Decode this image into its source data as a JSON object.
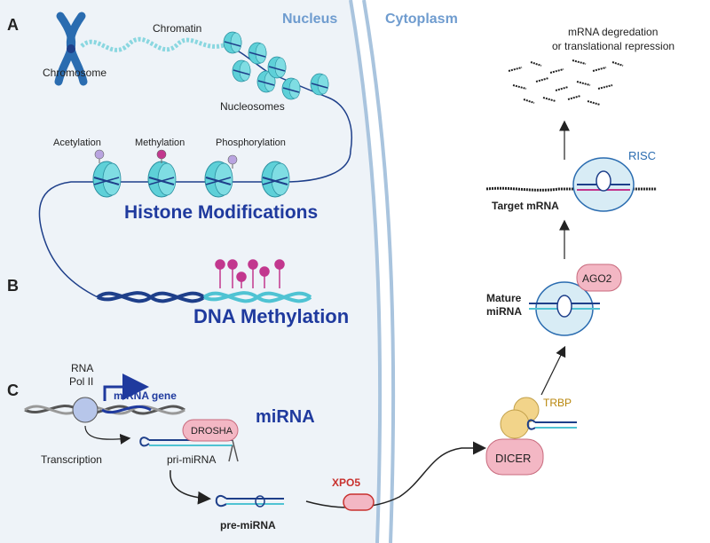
{
  "regions": {
    "nucleus": "Nucleus",
    "cytoplasm": "Cytoplasm"
  },
  "panels": {
    "a": "A",
    "b": "B",
    "c": "C"
  },
  "section_a": {
    "chromatin": "Chromatin",
    "chromosome": "Chromosome",
    "nucleosomes": "Nucleosomes",
    "acetylation": "Acetylation",
    "methylation": "Methylation",
    "phosphorylation": "Phosphorylation",
    "histone_title": "Histone Modifications"
  },
  "section_b": {
    "dna_title": "DNA Methylation"
  },
  "section_c": {
    "rna_pol_line1": "RNA",
    "rna_pol_line2": "Pol II",
    "mirna_gene": "miRNA gene",
    "mirna_title": "miRNA",
    "transcription": "Transcription",
    "drosha": "DROSHA",
    "pri_mirna": "pri-miRNA",
    "pre_mirna": "pre-miRNA",
    "xpo5": "XPO5"
  },
  "cytoplasm_side": {
    "trbp": "TRBP",
    "dicer": "DICER",
    "mature_line1": "Mature",
    "mature_line2": "miRNA",
    "ago2": "AGO2",
    "target_mrna": "Target mRNA",
    "risc": "RISC",
    "degradation_line1": "mRNA degredation",
    "degradation_line2": "or translational repression"
  },
  "colors": {
    "nucleus_fill": "#eef3f8",
    "membrane": "#a9c4de",
    "region_label": "#6f9ccf",
    "nucleosome": "#5ed0d8",
    "title_blue": "#1f3a9e",
    "dna_dark": "#1e3f8a",
    "dna_light": "#4fc3d3",
    "methyl_pink": "#c2378e",
    "protein_pink": "#f3b7c4",
    "protein_yellow": "#f2d48a",
    "xpo5_red": "#c8312e",
    "trbp_gold": "#b8860b",
    "risc_blue": "#2a6cb0"
  }
}
